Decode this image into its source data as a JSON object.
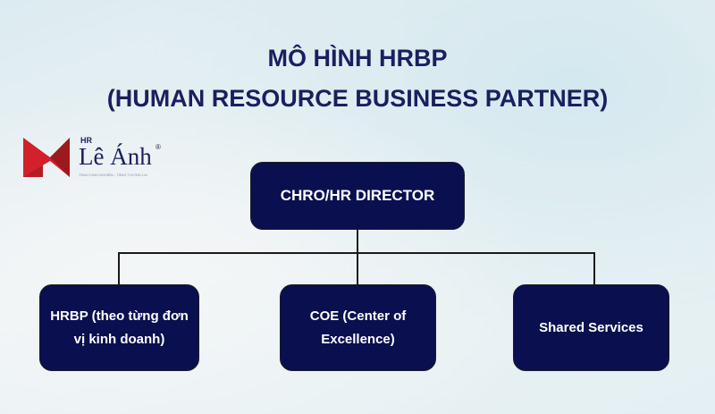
{
  "title": {
    "line1": "MÔ HÌNH HRBP",
    "line2": "(HUMAN RESOURCE BUSINESS PARTNER)"
  },
  "logo": {
    "prefix": "HR",
    "name": "Lê Ánh",
    "tagline": "TRAO KINH NGHIỆM - TẶNG TƯƠNG LAI",
    "registered": "®"
  },
  "diagram": {
    "root": "CHRO/HR DIRECTOR",
    "children": [
      "HRBP (theo từng đơn vị kinh doanh)",
      "COE (Center of Excellence)",
      "Shared Services"
    ]
  },
  "colors": {
    "box": "#0a0f4f",
    "title": "#1b1f5e",
    "logo_red": "#d4202a"
  }
}
